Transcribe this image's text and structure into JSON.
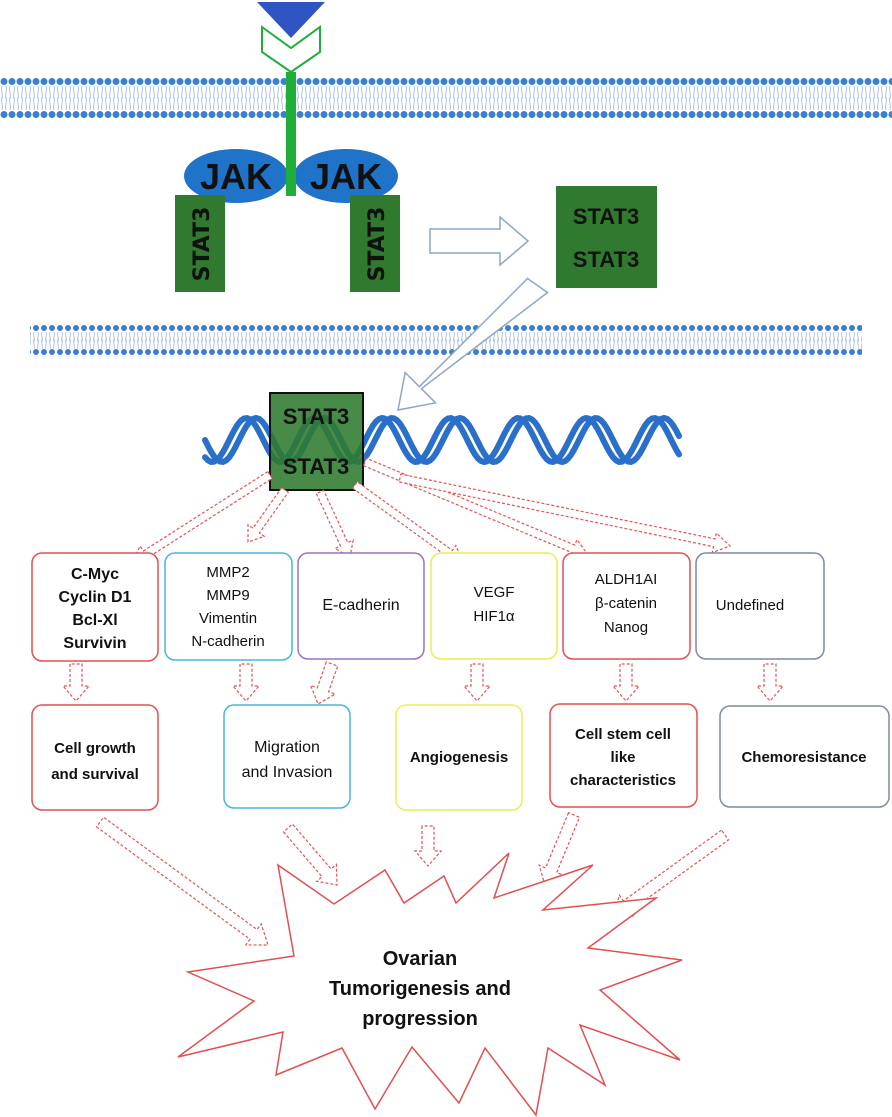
{
  "colors": {
    "membrane_head": "#3b7fd1",
    "membrane_tail": "#9ab7dd",
    "jak_fill": "#1f73c8",
    "stat_fill": "#2f7a2f",
    "receptor_green": "#1fae3a",
    "dna": "#2a6fc9",
    "dashed_arrow": "#e25555",
    "box_red": "#e05050",
    "box_cyan": "#45b8d8",
    "box_purple": "#9b72c0",
    "box_yellow": "#ecec55",
    "box_slate": "#7d8aa6"
  },
  "receptor": {
    "jak_left": "JAK",
    "jak_right": "JAK",
    "stat_left": "STAT3",
    "stat_right": "STAT3"
  },
  "dimer_cytoplasm": {
    "line1": "STAT3",
    "line2": "STAT3"
  },
  "dimer_nucleus": {
    "line1": "STAT3",
    "line2": "STAT3"
  },
  "targets": {
    "t1": [
      "C-Myc",
      "Cyclin D1",
      "Bcl-Xl",
      "Survivin"
    ],
    "t2": [
      "MMP2",
      "MMP9",
      "Vimentin",
      "N-cadherin"
    ],
    "t3": [
      "E-cadherin"
    ],
    "t4": [
      "VEGF",
      "HIF1α"
    ],
    "t5": [
      "ALDH1AI",
      "β-catenin",
      "Nanog"
    ],
    "t6": [
      "Undefined"
    ]
  },
  "outcomes": {
    "o1": [
      "Cell growth",
      "and survival"
    ],
    "o2": [
      "Migration",
      "and Invasion"
    ],
    "o3": [
      "Angiogenesis"
    ],
    "o4": [
      "Cell stem cell",
      "like",
      "characteristics"
    ],
    "o5": [
      "Chemoresistance"
    ]
  },
  "final": [
    "Ovarian",
    "Tumorigenesis and",
    "progression"
  ]
}
